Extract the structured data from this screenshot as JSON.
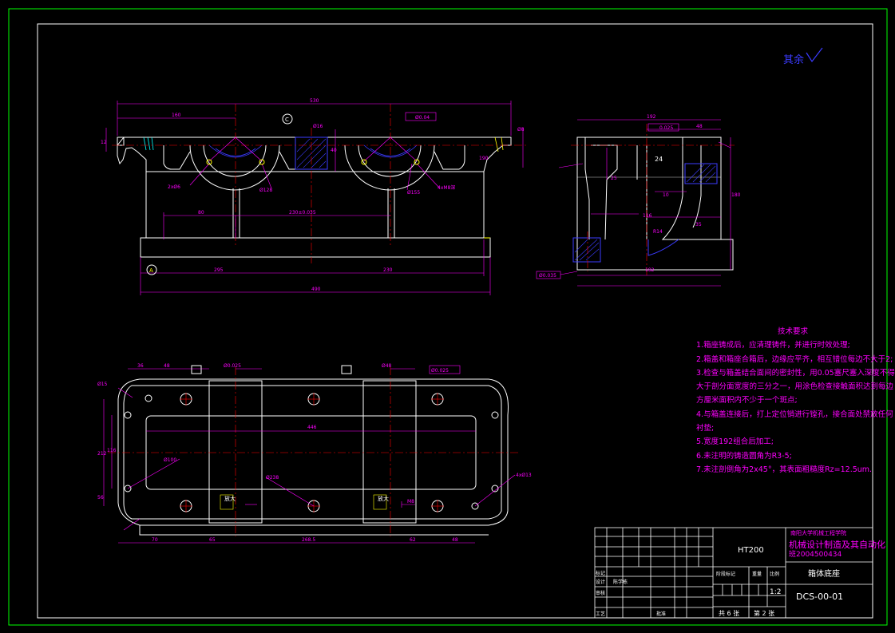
{
  "roughness_note": "其余",
  "technical_requirements": {
    "title": "技术要求",
    "lines": [
      "1.箱座铸成后，应清理铸件，并进行时效处理;",
      "2.箱盖和箱座合箱后，边缘应平齐，相互错位每边不大于2;",
      "3.检查与箱盖结合面间的密封性，用0.05塞尺塞入深度不得",
      "大于剖分面宽度的三分之一，用涂色检查接触面积达到每边",
      "方厘米面积内不少于一个斑点;",
      "4.与箱盖连接后，打上定位销进行镗孔，接合面处禁放任何",
      "衬垫;",
      "5.宽度192组合后加工;",
      "6.未注明的铸造圆角为R3-5;",
      "7.未注剖倒角为2x45°，其表面粗糙度Rz=12.5um."
    ]
  },
  "title_block": {
    "material": "HT200",
    "school": "南阳大学机械工程学院",
    "major": "机械设计制造及其自动化",
    "class_no": "班2004500434",
    "part_name": "箱体底座",
    "drawing_no": "DCS-00-01",
    "scale": "1:2",
    "sheet_total": "共 6 张",
    "sheet_no": "第 2 张",
    "row_labels": [
      "标记",
      "设计",
      "审核",
      "工艺"
    ],
    "small_labels": [
      "阶段标记",
      "重量",
      "比例"
    ],
    "designer": "陈学栋",
    "approve": "批准"
  },
  "dimensions": {
    "front": [
      "530",
      "160",
      "12",
      "Ø0.04",
      "Ø16",
      "Ø8",
      "2xØ6",
      "Ø128",
      "Ø155",
      "40",
      "190",
      "80",
      "230±0.035",
      "4xM8深",
      "295",
      "230",
      "490"
    ],
    "side": [
      "192",
      "0.025",
      "48",
      "24",
      "25",
      "180",
      "10",
      "116",
      "R14",
      "35",
      "192",
      "Ø0.035"
    ],
    "top": [
      "Ø15",
      "36",
      "48",
      "Ø0.025",
      "Ø0.025",
      "Ø48",
      "446",
      "212",
      "116",
      "Ø100",
      "Ø238",
      "M8",
      "56",
      "70",
      "65",
      "268.5",
      "62",
      "48",
      "4xØ13"
    ]
  },
  "section_labels": [
    "C",
    "A",
    "放大",
    "放大"
  ],
  "colors": {
    "outline": "#ffffff",
    "dimension": "#ff00ff",
    "axis": "#ff0000",
    "hidden": "#ffff00",
    "hatch": "#3b3bff",
    "border": "#00ff00",
    "cyan": "#00ffff"
  }
}
